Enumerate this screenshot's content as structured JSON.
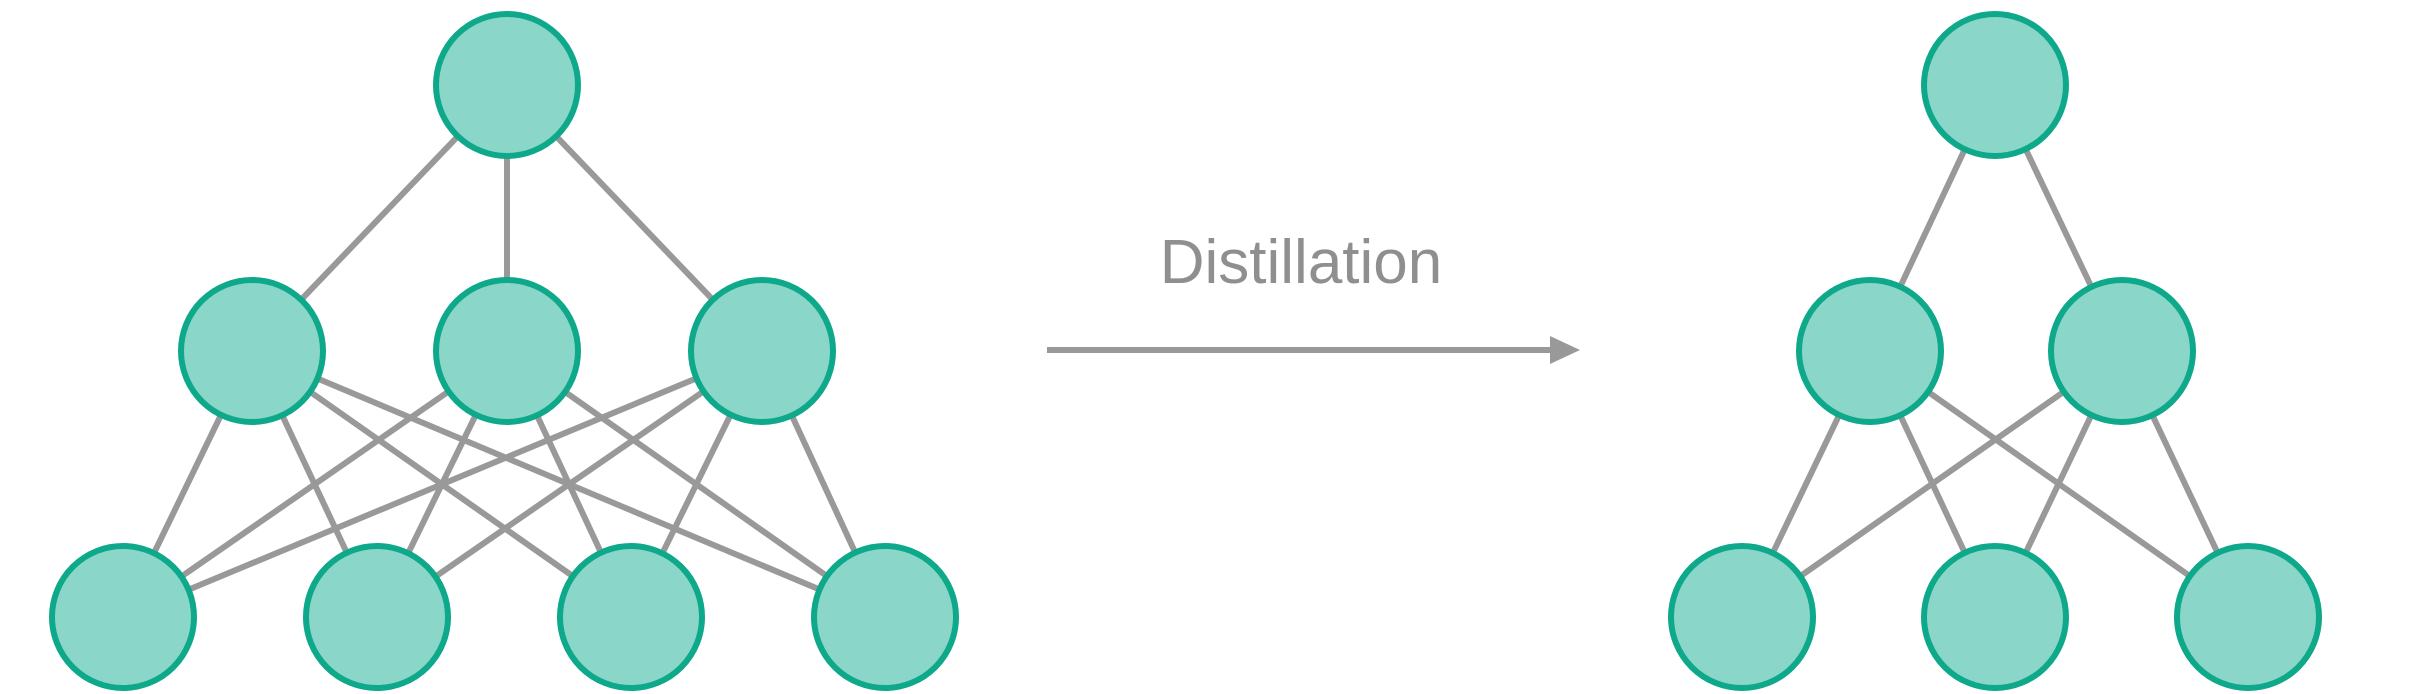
{
  "arrow": {
    "label": "Distillation"
  },
  "colors": {
    "node_fill": "#8ad6c8",
    "node_stroke": "#0ea88a",
    "edge": "#999999",
    "label": "#8f8f8f"
  },
  "teacher_network": {
    "layers": [
      1,
      3,
      4
    ],
    "connections": "fully-connected"
  },
  "student_network": {
    "layers": [
      1,
      2,
      3
    ],
    "connections": "fully-connected"
  }
}
